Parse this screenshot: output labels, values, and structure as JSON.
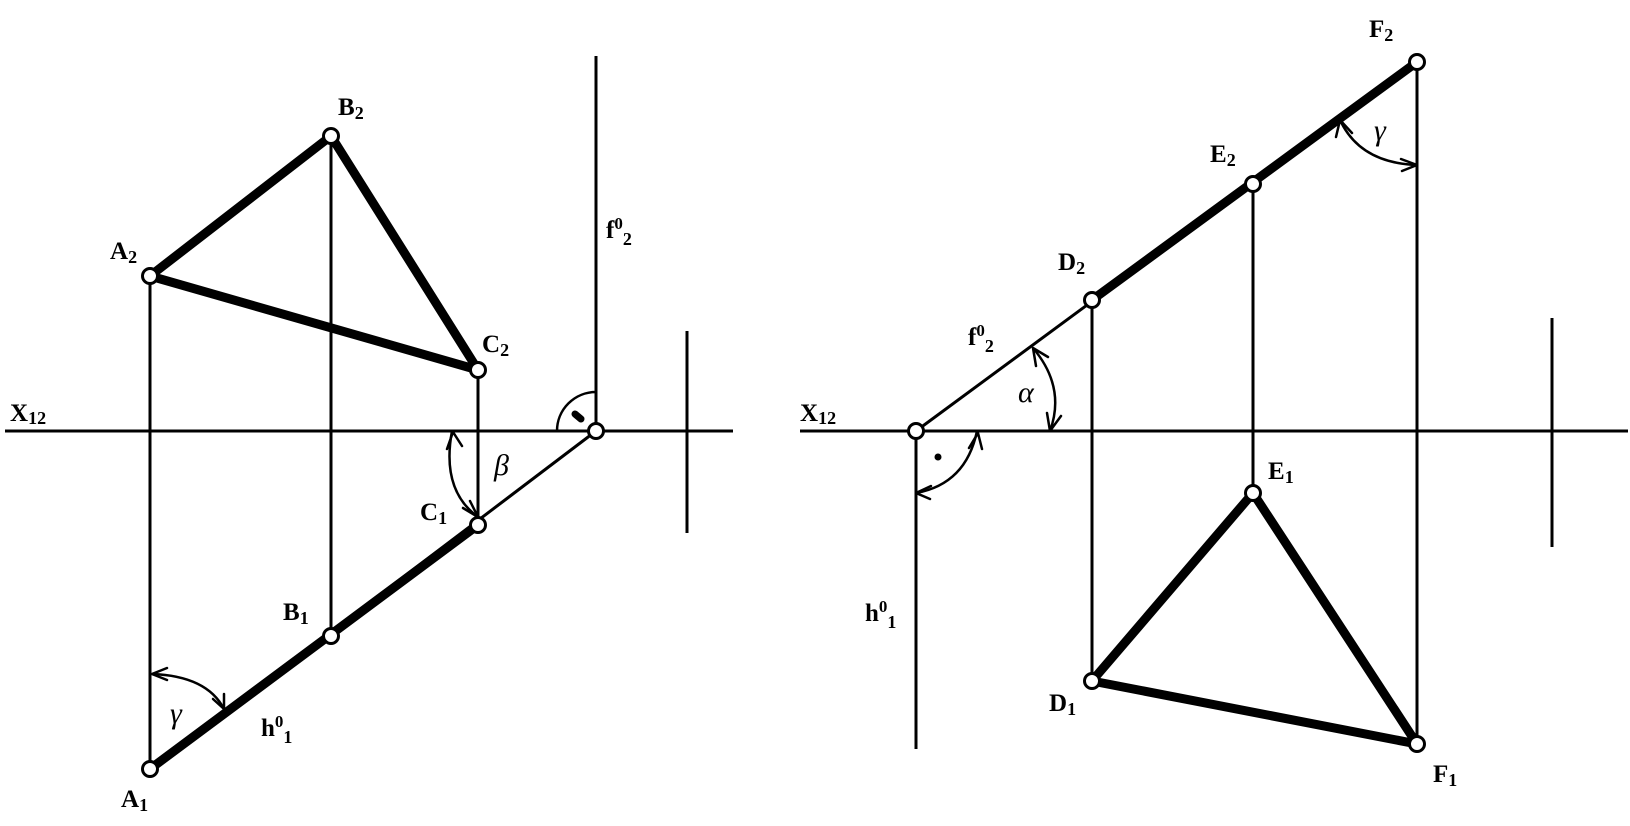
{
  "left": {
    "axis_label": {
      "base": "X",
      "sub": "12"
    },
    "f_trace": {
      "base": "f",
      "sup": "0",
      "sub": "2"
    },
    "h_trace": {
      "base": "h",
      "sup": "0",
      "sub": "1"
    },
    "angle_beta": "β",
    "angle_gamma": "γ",
    "points": {
      "A2": {
        "base": "A",
        "sub": "2"
      },
      "B2": {
        "base": "B",
        "sub": "2"
      },
      "C2": {
        "base": "C",
        "sub": "2"
      },
      "A1": {
        "base": "A",
        "sub": "1"
      },
      "B1": {
        "base": "B",
        "sub": "1"
      },
      "C1": {
        "base": "C",
        "sub": "1"
      }
    }
  },
  "right": {
    "axis_label": {
      "base": "X",
      "sub": "12"
    },
    "f_trace": {
      "base": "f",
      "sup": "0",
      "sub": "2"
    },
    "h_trace": {
      "base": "h",
      "sup": "0",
      "sub": "1"
    },
    "angle_alpha": "α",
    "angle_gamma": "γ",
    "points": {
      "D2": {
        "base": "D",
        "sub": "2"
      },
      "E2": {
        "base": "E",
        "sub": "2"
      },
      "F2": {
        "base": "F",
        "sub": "2"
      },
      "D1": {
        "base": "D",
        "sub": "1"
      },
      "E1": {
        "base": "E",
        "sub": "1"
      },
      "F1": {
        "base": "F",
        "sub": "1"
      }
    }
  }
}
